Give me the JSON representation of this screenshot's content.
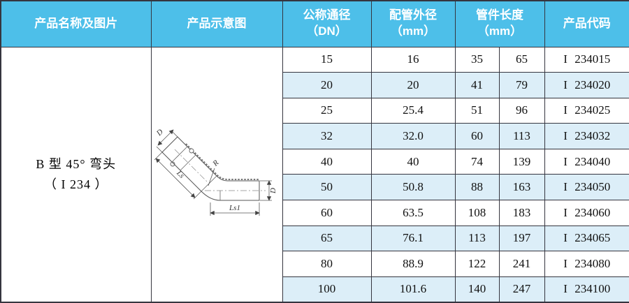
{
  "colors": {
    "header_bg": "#4dbfe9",
    "row_alt_bg": "#dceef8",
    "border": "#35353f",
    "header_text": "#ffffff",
    "cell_text": "#111111"
  },
  "header": {
    "product": "产品名称及图片",
    "diagram": "产品示意图",
    "dn_line1": "公称通径",
    "dn_line2": "（DN）",
    "od_line1": "配管外径",
    "od_line2": "（mm）",
    "len_line1": "管件长度",
    "len_line2": "（mm）",
    "code": "产品代码"
  },
  "product": {
    "name_line1": "B 型 45°  弯头",
    "name_line2": "（ I 234 ）"
  },
  "diagram_labels": {
    "diameter_top": "D",
    "length_slant": "Ls",
    "radius": "R",
    "length_bottom": "Ls1",
    "diameter_right": "D"
  },
  "rows": [
    {
      "dn": "15",
      "od": "16",
      "l1": "35",
      "l2": "65",
      "code": "I 234015"
    },
    {
      "dn": "20",
      "od": "20",
      "l1": "41",
      "l2": "79",
      "code": "I 234020"
    },
    {
      "dn": "25",
      "od": "25.4",
      "l1": "51",
      "l2": "96",
      "code": "I 234025"
    },
    {
      "dn": "32",
      "od": "32.0",
      "l1": "60",
      "l2": "113",
      "code": "I 234032"
    },
    {
      "dn": "40",
      "od": "40",
      "l1": "74",
      "l2": "139",
      "code": "I 234040"
    },
    {
      "dn": "50",
      "od": "50.8",
      "l1": "88",
      "l2": "163",
      "code": "I 234050"
    },
    {
      "dn": "60",
      "od": "63.5",
      "l1": "108",
      "l2": "183",
      "code": "I 234060"
    },
    {
      "dn": "65",
      "od": "76.1",
      "l1": "113",
      "l2": "197",
      "code": "I 234065"
    },
    {
      "dn": "80",
      "od": "88.9",
      "l1": "122",
      "l2": "241",
      "code": "I 234080"
    },
    {
      "dn": "100",
      "od": "101.6",
      "l1": "140",
      "l2": "247",
      "code": "I 234100"
    }
  ]
}
